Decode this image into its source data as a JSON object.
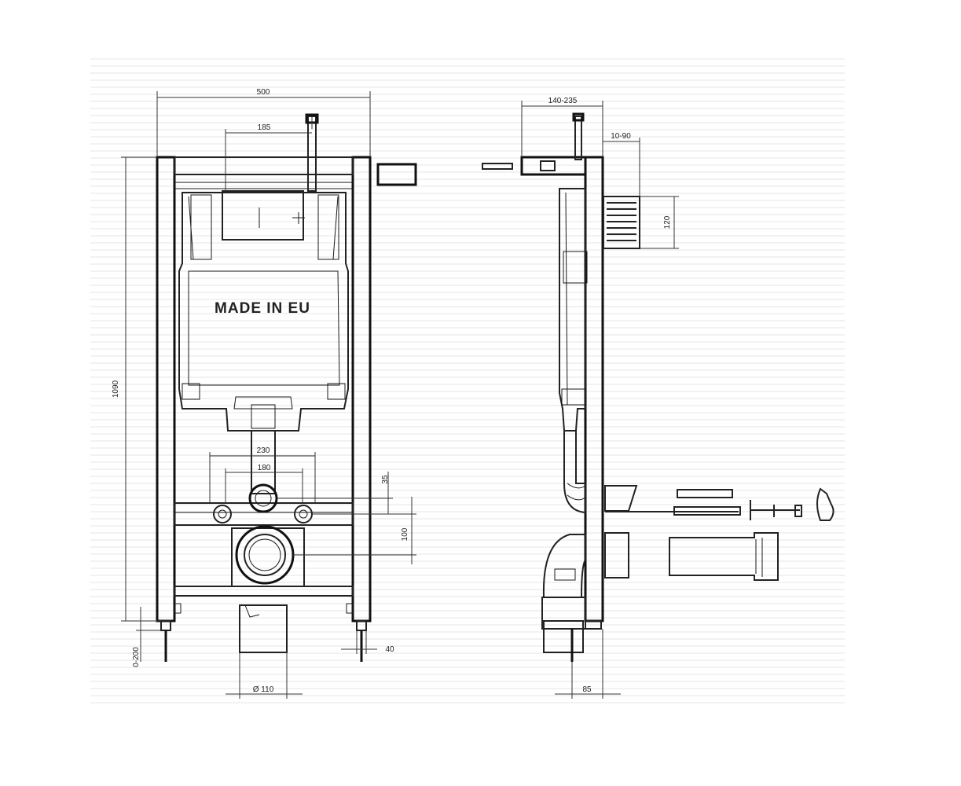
{
  "front_view": {
    "marking": "MADE IN EU",
    "dimensions": {
      "width": "500",
      "height": "1090",
      "button_offset": "185",
      "stud_spacing_outer": "230",
      "stud_spacing_inner": "180",
      "stud_height": "35",
      "drain_height": "100",
      "foot_adjust": "0-200",
      "foot_offset": "40",
      "outlet_diameter": "Ø 110"
    }
  },
  "side_view": {
    "dimensions": {
      "depth_range": "140-235",
      "wall_range": "10-90",
      "button_height": "120",
      "outlet_offset": "85"
    }
  }
}
